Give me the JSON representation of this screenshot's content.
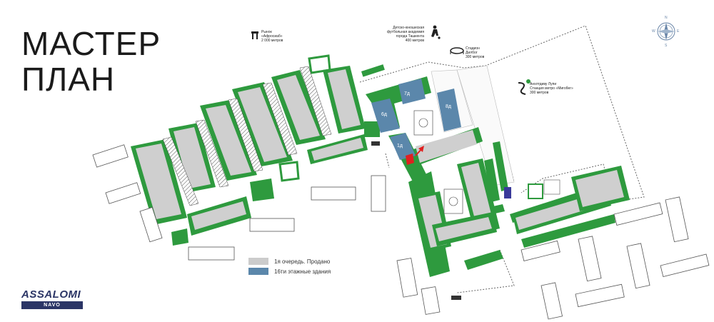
{
  "title": {
    "line1": "МАСТЕР",
    "line2": "ПЛАН"
  },
  "pois": {
    "market": {
      "name": "Рынок «Афросиаб»",
      "line1": "Рынок",
      "line2": "«Афросиаб»",
      "distance": "2 000 метров"
    },
    "football": {
      "line1": "Детско-юношеская",
      "line2": "футбольная академия",
      "line3": "города Ташкента",
      "distance": "400 метров"
    },
    "stadium": {
      "line1": "Стадион",
      "line2": "Дилбог",
      "distance": "300 метров"
    },
    "metro": {
      "line1": "Анхлтдиву Лупи",
      "line2": "Станция метро «Миrобег»",
      "distance": "300 метров"
    }
  },
  "legend": [
    {
      "label": "1я очередь. Продано",
      "color": "#cccccc"
    },
    {
      "label": "16ти этажные здания",
      "color": "#5b87ab"
    }
  ],
  "building_labels": [
    "7д",
    "6д",
    "8д",
    "1д"
  ],
  "compass": {
    "n": "N",
    "s": "S",
    "e": "E",
    "w": "W"
  },
  "logo": {
    "main": "ASSALOMI",
    "sub": "NAVO"
  },
  "colors": {
    "green": "#2e9a3e",
    "building": "#cfcfcf",
    "blue": "#5b87ab",
    "navy": "#2b3566",
    "marker": "#e02020"
  }
}
